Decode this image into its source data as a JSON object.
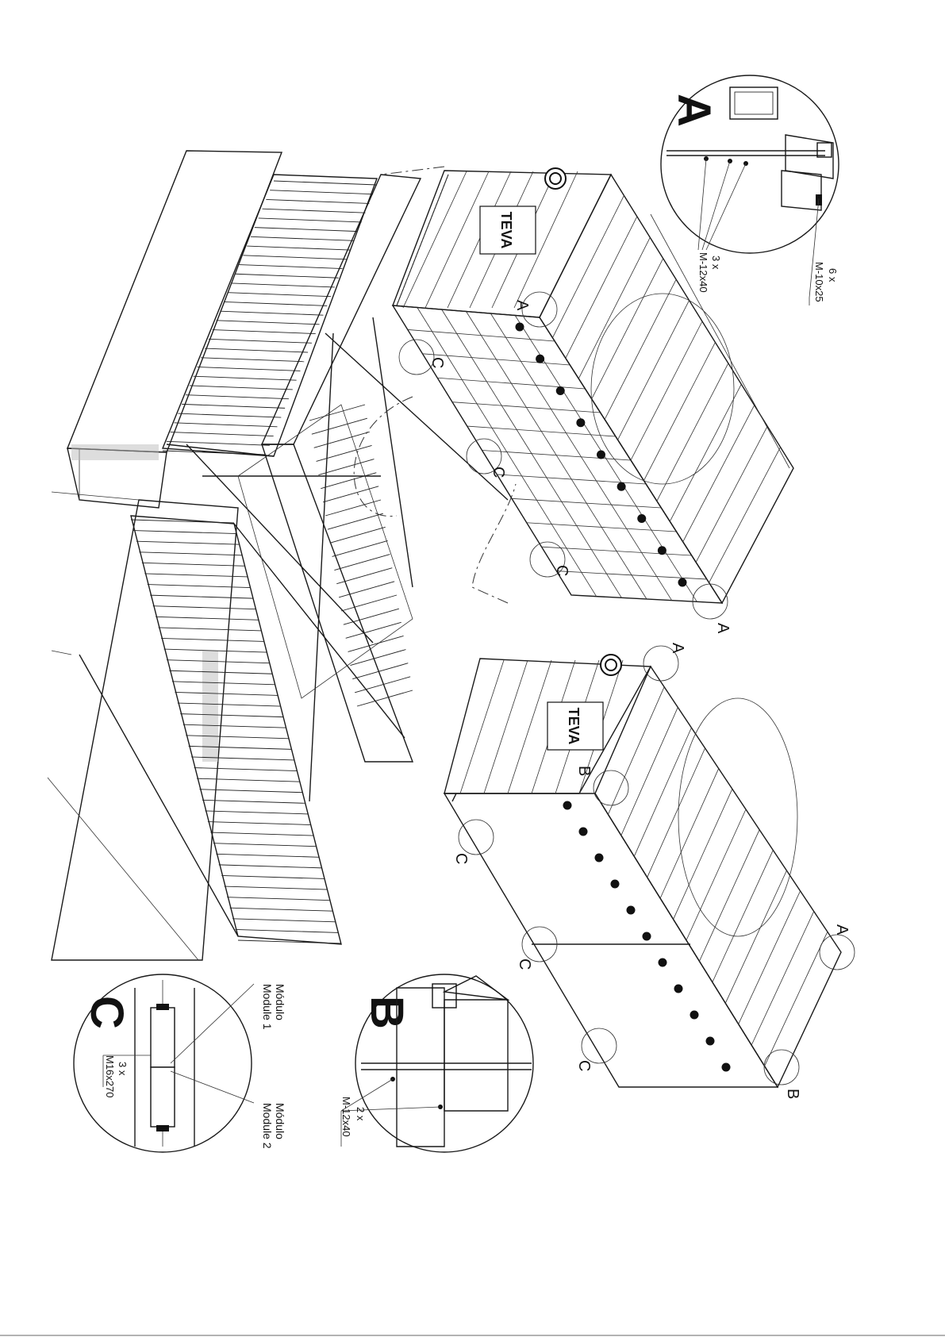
{
  "callouts": {
    "a": "A",
    "b": "B",
    "c": "C"
  },
  "detail_a": {
    "title": "A",
    "bolt_1": "3 x",
    "bolt_1_spec": "M-12x40",
    "bolt_2": "6 x",
    "bolt_2_spec": "M-10x25"
  },
  "detail_b": {
    "title": "B",
    "bolt": "2 x",
    "bolt_spec": "M-12x40"
  },
  "detail_c": {
    "title": "C",
    "module_1_es": "Módulo",
    "module_1_en": "Module 1",
    "module_2_es": "Módulo",
    "module_2_en": "Module 2",
    "bolt": "3 x",
    "bolt_spec": "M16x270"
  },
  "logo_text": "TEVA"
}
